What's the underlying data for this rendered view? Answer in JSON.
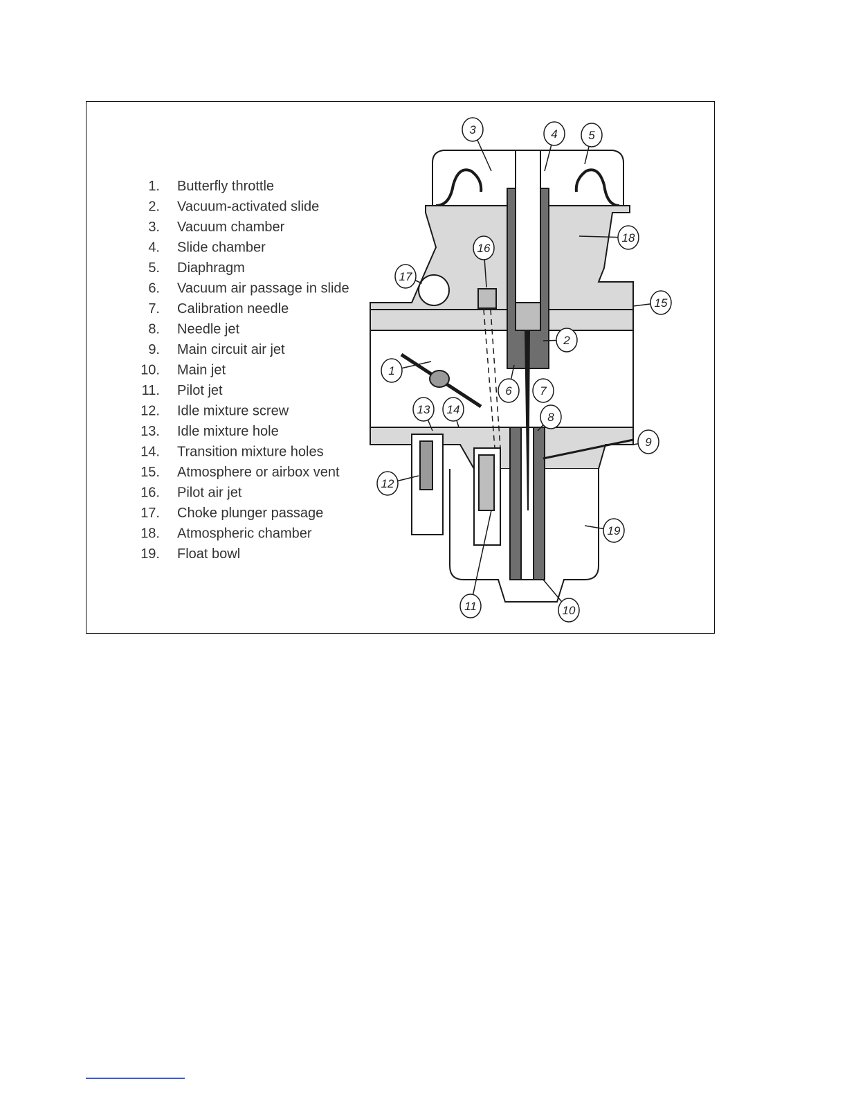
{
  "legend": [
    {
      "num": "1.",
      "label": "Butterfly throttle"
    },
    {
      "num": "2.",
      "label": "Vacuum-activated slide"
    },
    {
      "num": "3.",
      "label": "Vacuum chamber"
    },
    {
      "num": "4.",
      "label": "Slide chamber"
    },
    {
      "num": "5.",
      "label": "Diaphragm"
    },
    {
      "num": "6.",
      "label": "Vacuum air passage in slide"
    },
    {
      "num": "7.",
      "label": "Calibration needle"
    },
    {
      "num": "8.",
      "label": "Needle jet"
    },
    {
      "num": "9.",
      "label": "Main circuit air jet"
    },
    {
      "num": "10.",
      "label": "Main jet"
    },
    {
      "num": "11.",
      "label": "Pilot jet"
    },
    {
      "num": "12.",
      "label": "Idle mixture screw"
    },
    {
      "num": "13.",
      "label": "Idle mixture hole"
    },
    {
      "num": "14.",
      "label": "Transition mixture holes"
    },
    {
      "num": "15.",
      "label": "Atmosphere or airbox vent"
    },
    {
      "num": "16.",
      "label": "Pilot air jet"
    },
    {
      "num": "17.",
      "label": "Choke plunger passage"
    },
    {
      "num": "18.",
      "label": "Atmospheric chamber"
    },
    {
      "num": "19.",
      "label": "Float bowl"
    }
  ],
  "callouts": [
    "1",
    "2",
    "3",
    "4",
    "5",
    "6",
    "7",
    "8",
    "9",
    "10",
    "11",
    "12",
    "13",
    "14",
    "15",
    "16",
    "17",
    "18",
    "19"
  ],
  "colors": {
    "body_fill": "#d9d9d9",
    "dark_part": "#6e6e6e",
    "line": "#1a1a1a",
    "footnote_rule": "#3b5bdb"
  }
}
